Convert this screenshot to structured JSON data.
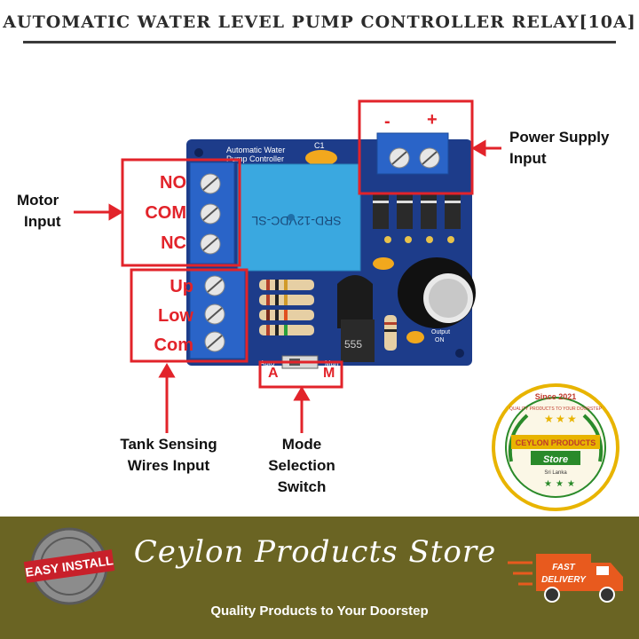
{
  "header": {
    "title": "AUTOMATIC WATER LEVEL PUMP CONTROLLER RELAY[10A]"
  },
  "board": {
    "silkscreen_line1": "Automatic Water",
    "silkscreen_line2": "Pump Controller",
    "relay_text": "SRD-12VDC-SL",
    "ic_text": "555",
    "cap_label": "C1",
    "mode_left_print": "Auto",
    "mode_right_print": "Man",
    "output_print": "Output",
    "on_print": "ON"
  },
  "terminals": {
    "power_minus": "-",
    "power_plus": "+",
    "motor": [
      "NO",
      "COM",
      "NC"
    ],
    "sensing": [
      "Up",
      "Low",
      "Com"
    ],
    "mode": [
      "A",
      "M"
    ]
  },
  "callouts": {
    "power": [
      "Power Supply",
      "Input"
    ],
    "motor": [
      "Motor",
      "Input"
    ],
    "tank": [
      "Tank Sensing",
      "Wires Input"
    ],
    "mode": [
      "Mode",
      "Selection",
      "Switch"
    ]
  },
  "badge": {
    "top_text": "Since 2021",
    "arc_text": "QUALITY PRODUCTS TO YOUR DOORSTEP",
    "ribbon": "CEYLON PRODUCTS",
    "store": "Store",
    "country": "Sri Lanka"
  },
  "footer": {
    "store_name": "Ceylon Products Store",
    "tagline": "Quality Products to Your Doorstep",
    "seal_text": "EASY INSTALL",
    "delivery_line1": "FAST",
    "delivery_line2": "DELIVERY"
  },
  "colors": {
    "pcb": "#1d3c8a",
    "terminal_block": "#2a64c8",
    "relay": "#3aa8e0",
    "callout_red": "#e2232a",
    "footer_bg": "#6a6423"
  }
}
